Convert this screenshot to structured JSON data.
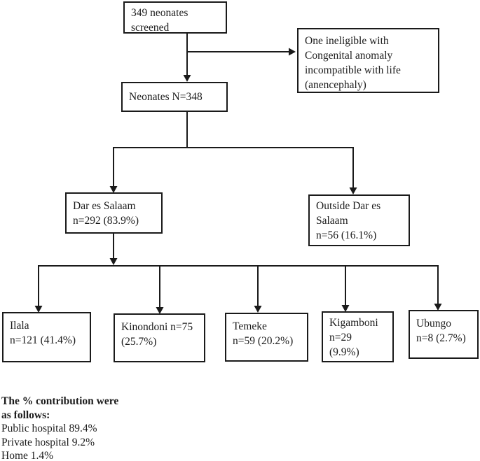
{
  "figure": {
    "boxes": {
      "screened": {
        "lines": [
          "349 neonates",
          "screened"
        ]
      },
      "ineligible": {
        "lines": [
          "One ineligible with",
          "Congenital anomaly",
          "incompatible with life",
          "(anencephaly)"
        ]
      },
      "neonates_total": {
        "lines": [
          "Neonates N=348"
        ]
      },
      "dar_es_salaam": {
        "lines": [
          "Dar es Salaam",
          "n=292 (83.9%)"
        ]
      },
      "outside_dar": {
        "lines": [
          "Outside Dar es",
          "Salaam",
          "n=56 (16.1%)"
        ]
      },
      "ilala": {
        "lines": [
          "Ilala",
          "n=121 (41.4%)"
        ]
      },
      "kinondoni": {
        "lines": [
          "Kinondoni n=75",
          "(25.7%)"
        ]
      },
      "temeke": {
        "lines": [
          "Temeke",
          "n=59 (20.2%)"
        ]
      },
      "kigamboni": {
        "lines": [
          "Kigamboni",
          "n=29",
          "(9.9%)"
        ]
      },
      "ubungo": {
        "lines": [
          "Ubungo",
          "n=8 (2.7%)"
        ]
      }
    },
    "footnote": {
      "heading_line1": "The % contribution were",
      "heading_line2": "as follows:",
      "items": [
        "Public hospital 89.4%",
        "Private hospital 9.2%",
        "Home 1.4%"
      ]
    },
    "colors": {
      "line": "#1a1a1a",
      "text": "#1c1c1c",
      "background": "#ffffff"
    }
  }
}
